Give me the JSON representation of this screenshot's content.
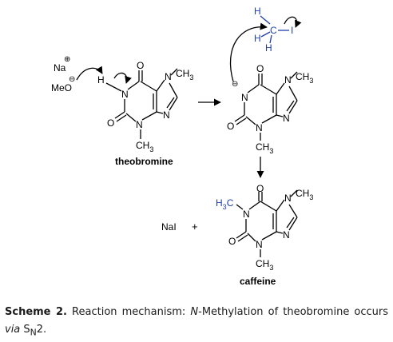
{
  "reagents": {
    "na": "Na",
    "meo": "MeO",
    "plus": "⊕",
    "minus": "⊖"
  },
  "atoms": {
    "H": "H",
    "N": "N",
    "O": "O",
    "C": "C",
    "I": "I",
    "CH": "CH",
    "three": "3",
    "H3C_H": "H",
    "H3C_C": "C"
  },
  "products": {
    "nai": "NaI",
    "plus": "+"
  },
  "names": {
    "theobromine": "theobromine",
    "caffeine": "caffeine"
  },
  "caption": {
    "label": "Scheme 2.",
    "text_a": " Reaction mechanism: ",
    "n_italic": "N",
    "text_b": "-Methylation of theobromine occurs ",
    "via": "via",
    "sn": " S",
    "sn_sub": "N",
    "sn_tail": "2."
  },
  "colors": {
    "methyl_iodide_blue": "#1f3ea8",
    "text": "#000000"
  }
}
